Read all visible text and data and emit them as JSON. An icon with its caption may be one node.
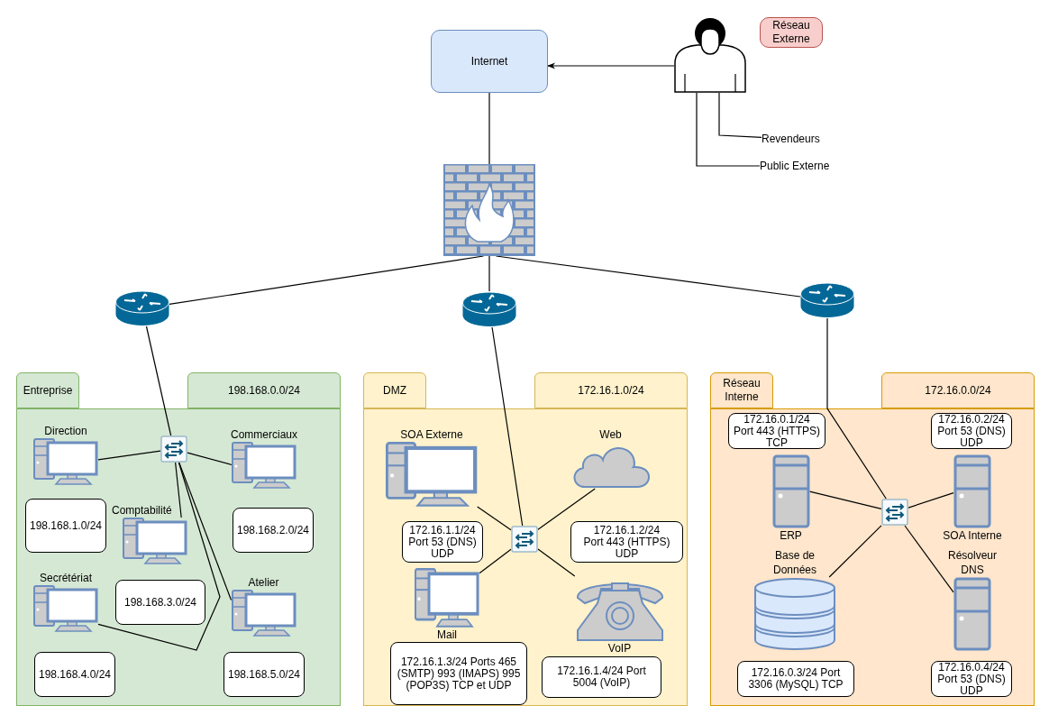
{
  "diagram": {
    "nodes": [
      {
        "text": [
          "Internet"
        ]
      },
      {
        "text": [],
        "shape": "person"
      },
      {
        "text": [
          "Réseau Externe"
        ]
      },
      {
        "text": [
          "Revendeurs"
        ]
      },
      {
        "text": [
          "Public Externe"
        ]
      },
      {
        "text": [],
        "shape": "firewall"
      },
      {
        "text": [],
        "shape": "router"
      },
      {
        "text": [],
        "shape": "router"
      },
      {
        "text": [],
        "shape": "router"
      },
      {
        "text": [
          "Entreprise",
          "198.168.0.0/24"
        ]
      },
      {
        "text": [],
        "shape": "switch",
        "in": 9
      },
      {
        "text": [
          "Direction"
        ],
        "in": 9
      },
      {
        "text": [
          "198.168.1.0/24"
        ],
        "in": 9
      },
      {
        "text": [
          "Commerciaux"
        ],
        "in": 9
      },
      {
        "text": [
          "198.168.2.0/24"
        ],
        "in": 9
      },
      {
        "text": [
          "Comptabilité"
        ],
        "in": 9
      },
      {
        "text": [
          "198.168.3.0/24"
        ],
        "in": 9
      },
      {
        "text": [
          "Secrétériat"
        ],
        "in": 9
      },
      {
        "text": [
          "198.168.4.0/24"
        ],
        "in": 9
      },
      {
        "text": [
          "Atelier"
        ],
        "in": 9
      },
      {
        "text": [
          "198.168.5.0/24"
        ],
        "in": 9
      },
      {
        "text": [
          "DMZ",
          "172.16.1.0/24"
        ]
      },
      {
        "text": [],
        "shape": "switch",
        "in": 21
      },
      {
        "text": [
          "SOA Externe"
        ],
        "in": 21
      },
      {
        "text": [
          "172.16.1.1/24 Port 53 (DNS) UDP"
        ],
        "in": 21
      },
      {
        "text": [
          "Web"
        ],
        "in": 21
      },
      {
        "text": [
          "172.16.1.2/24 Port 443 (HTTPS) UDP"
        ],
        "in": 21
      },
      {
        "text": [
          "Mail"
        ],
        "in": 21
      },
      {
        "text": [
          "172.16.1.3/24 Ports 465 (SMTP) 993 (IMAPS) 995 (POP3S) TCP et UDP"
        ],
        "in": 21
      },
      {
        "text": [
          "VoIP"
        ],
        "in": 21
      },
      {
        "text": [
          "172.16.1.4/24 Port 5004 (VoIP)"
        ],
        "in": 21
      },
      {
        "text": [
          "Réseau Interne",
          "172.16.0.0/24"
        ]
      },
      {
        "text": [],
        "shape": "switch",
        "in": 31
      },
      {
        "text": [
          "ERP"
        ],
        "in": 31
      },
      {
        "text": [
          "172.16.0.1/24 Port 443 (HTTPS) TCP"
        ],
        "in": 31
      },
      {
        "text": [
          "SOA Interne"
        ],
        "in": 31
      },
      {
        "text": [
          "172.16.0.2/24 Port 53 (DNS) UDP"
        ],
        "in": 31
      },
      {
        "text": [
          "Base de Données"
        ],
        "in": 31
      },
      {
        "text": [
          "172.16.0.3/24 Port 3306 (MySQL) TCP"
        ],
        "in": 31
      },
      {
        "text": [
          "Résolveur DNS"
        ],
        "in": 31
      },
      {
        "text": [
          "172.16.0.4/24 Port 53 (DNS) UDP"
        ],
        "in": 31
      }
    ],
    "edges": [
      {
        "from": 1,
        "to": 0,
        "arrow": "to"
      },
      {
        "from": 1,
        "to": 3,
        "arrow": "none"
      },
      {
        "from": 1,
        "to": 4,
        "arrow": "none"
      },
      {
        "from": 0,
        "to": 5,
        "arrow": "none"
      },
      {
        "from": 5,
        "to": 6,
        "arrow": "none"
      },
      {
        "from": 5,
        "to": 7,
        "arrow": "none"
      },
      {
        "from": 5,
        "to": 8,
        "arrow": "none"
      },
      {
        "from": 6,
        "to": 10,
        "arrow": "none"
      },
      {
        "from": 7,
        "to": 22,
        "arrow": "none"
      },
      {
        "from": 8,
        "to": 32,
        "arrow": "none"
      },
      {
        "from": 10,
        "to": 11,
        "arrow": "none"
      },
      {
        "from": 10,
        "to": 13,
        "arrow": "none"
      },
      {
        "from": 10,
        "to": 15,
        "arrow": "none"
      },
      {
        "from": 10,
        "to": 17,
        "arrow": "none"
      },
      {
        "from": 10,
        "to": 19,
        "arrow": "none"
      },
      {
        "from": 22,
        "to": 23,
        "arrow": "none"
      },
      {
        "from": 22,
        "to": 25,
        "arrow": "none"
      },
      {
        "from": 22,
        "to": 27,
        "arrow": "none"
      },
      {
        "from": 22,
        "to": 29,
        "arrow": "none"
      },
      {
        "from": 32,
        "to": 33,
        "arrow": "none"
      },
      {
        "from": 32,
        "to": 35,
        "arrow": "none"
      },
      {
        "from": 32,
        "to": 37,
        "arrow": "none"
      },
      {
        "from": 32,
        "to": 39,
        "arrow": "none"
      }
    ]
  }
}
